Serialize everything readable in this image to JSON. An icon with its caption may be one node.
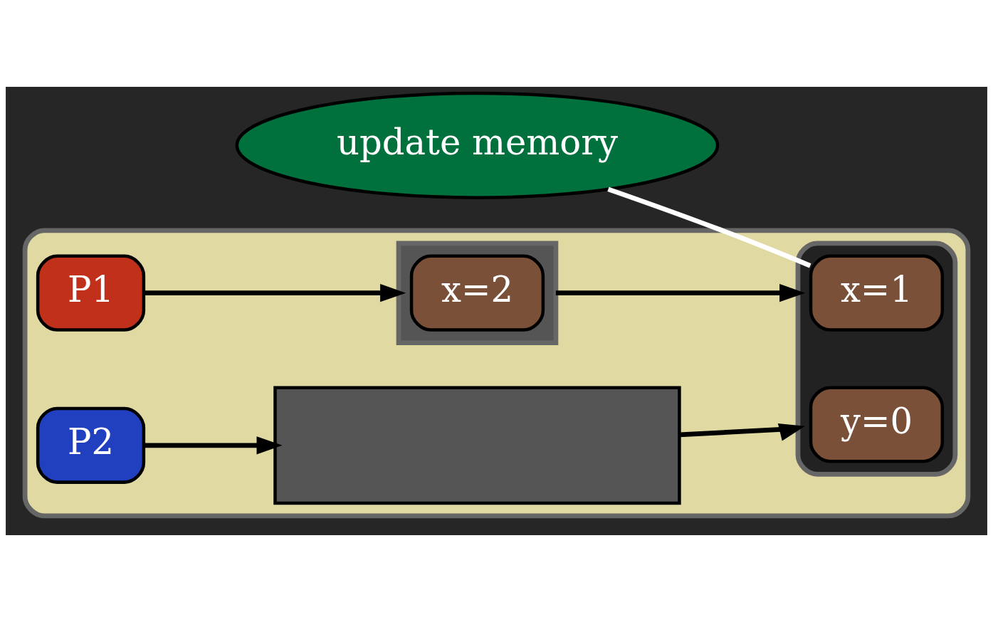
{
  "diagram": {
    "nodes": [
      {
        "text": [
          "update memory"
        ]
      },
      {
        "text": [],
        "shape": "box"
      },
      {
        "text": [
          "P1"
        ],
        "in": 1
      },
      {
        "text": [],
        "shape": "bar",
        "in": 1
      },
      {
        "text": [
          "x=2"
        ],
        "in": 3
      },
      {
        "text": [],
        "shape": "box",
        "in": 1
      },
      {
        "text": [
          "x=1"
        ],
        "in": 5
      },
      {
        "text": [
          "P2"
        ],
        "in": 1
      },
      {
        "text": [],
        "shape": "bar",
        "in": 1
      },
      {
        "text": [
          "y=0"
        ],
        "in": 5
      }
    ],
    "edges": [
      {
        "from": 2,
        "to": 3,
        "arrow": "to"
      },
      {
        "from": 3,
        "to": 5,
        "arrow": "to"
      },
      {
        "from": 7,
        "to": 8,
        "arrow": "to"
      },
      {
        "from": 8,
        "to": 5,
        "arrow": "to"
      },
      {
        "from": 0,
        "to": 6,
        "arrow": "none",
        "color": "#ffffff"
      }
    ]
  }
}
